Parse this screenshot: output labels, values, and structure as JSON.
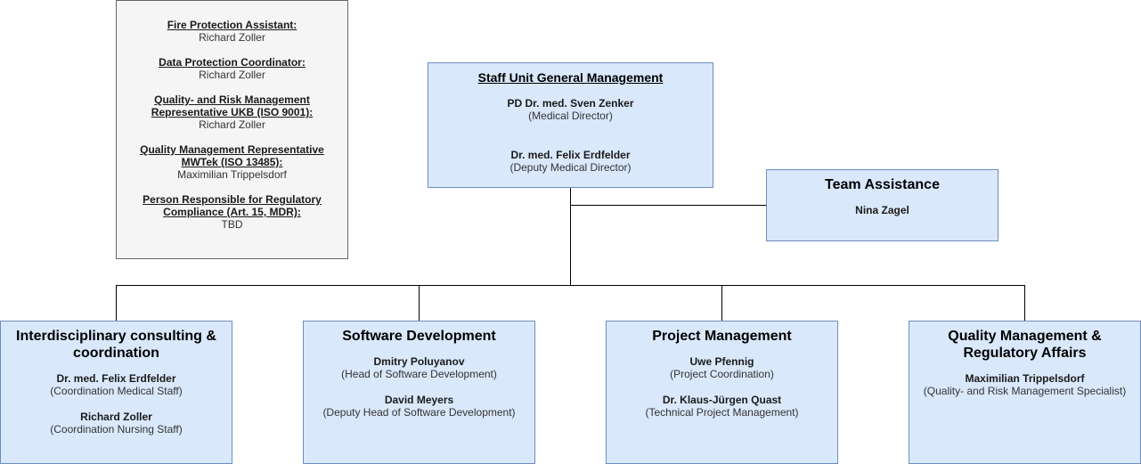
{
  "roles_box": {
    "roles": [
      {
        "title": "Fire Protection Assistant:",
        "person": "Richard Zoller"
      },
      {
        "title": "Data Protection Coordinator:",
        "person": "Richard Zoller"
      },
      {
        "title": "Quality- and Risk Management Representative UKB (ISO 9001):",
        "person": "Richard Zoller"
      },
      {
        "title": "Quality Management Representative MWTek (ISO 13485):",
        "person": "Maximilian Trippelsdorf"
      },
      {
        "title": "Person Responsible for Regulatory Compliance (Art. 15, MDR):",
        "person": "TBD"
      }
    ]
  },
  "management": {
    "title": "Staff Unit General Management",
    "members": [
      {
        "name": "PD Dr. med. Sven Zenker",
        "position": "(Medical Director)"
      },
      {
        "name": "Dr. med. Felix Erdfelder",
        "position": "(Deputy Medical Director)"
      }
    ]
  },
  "team_assistance": {
    "title": "Team Assistance",
    "members": [
      {
        "name": "Nina Zagel"
      }
    ]
  },
  "units": [
    {
      "title": "Interdisciplinary consulting & coordination",
      "members": [
        {
          "name": "Dr. med. Felix Erdfelder",
          "position": "(Coordination Medical Staff)"
        },
        {
          "name": "Richard Zoller",
          "position": "(Coordination Nursing Staff)"
        }
      ]
    },
    {
      "title": "Software Development",
      "members": [
        {
          "name": "Dmitry Poluyanov",
          "position": "(Head of Software Development)"
        },
        {
          "name": "David Meyers",
          "position": "(Deputy Head of Software Development)"
        }
      ]
    },
    {
      "title": "Project Management",
      "members": [
        {
          "name": "Uwe Pfennig",
          "position": "(Project Coordination)"
        },
        {
          "name": "Dr. Klaus-Jürgen Quast",
          "position": "(Technical Project Management)"
        }
      ]
    },
    {
      "title": "Quality Management & Regulatory Affairs",
      "members": [
        {
          "name": "Maximilian Trippelsdorf",
          "position": "(Quality- and Risk Management Specialist)"
        }
      ]
    }
  ]
}
